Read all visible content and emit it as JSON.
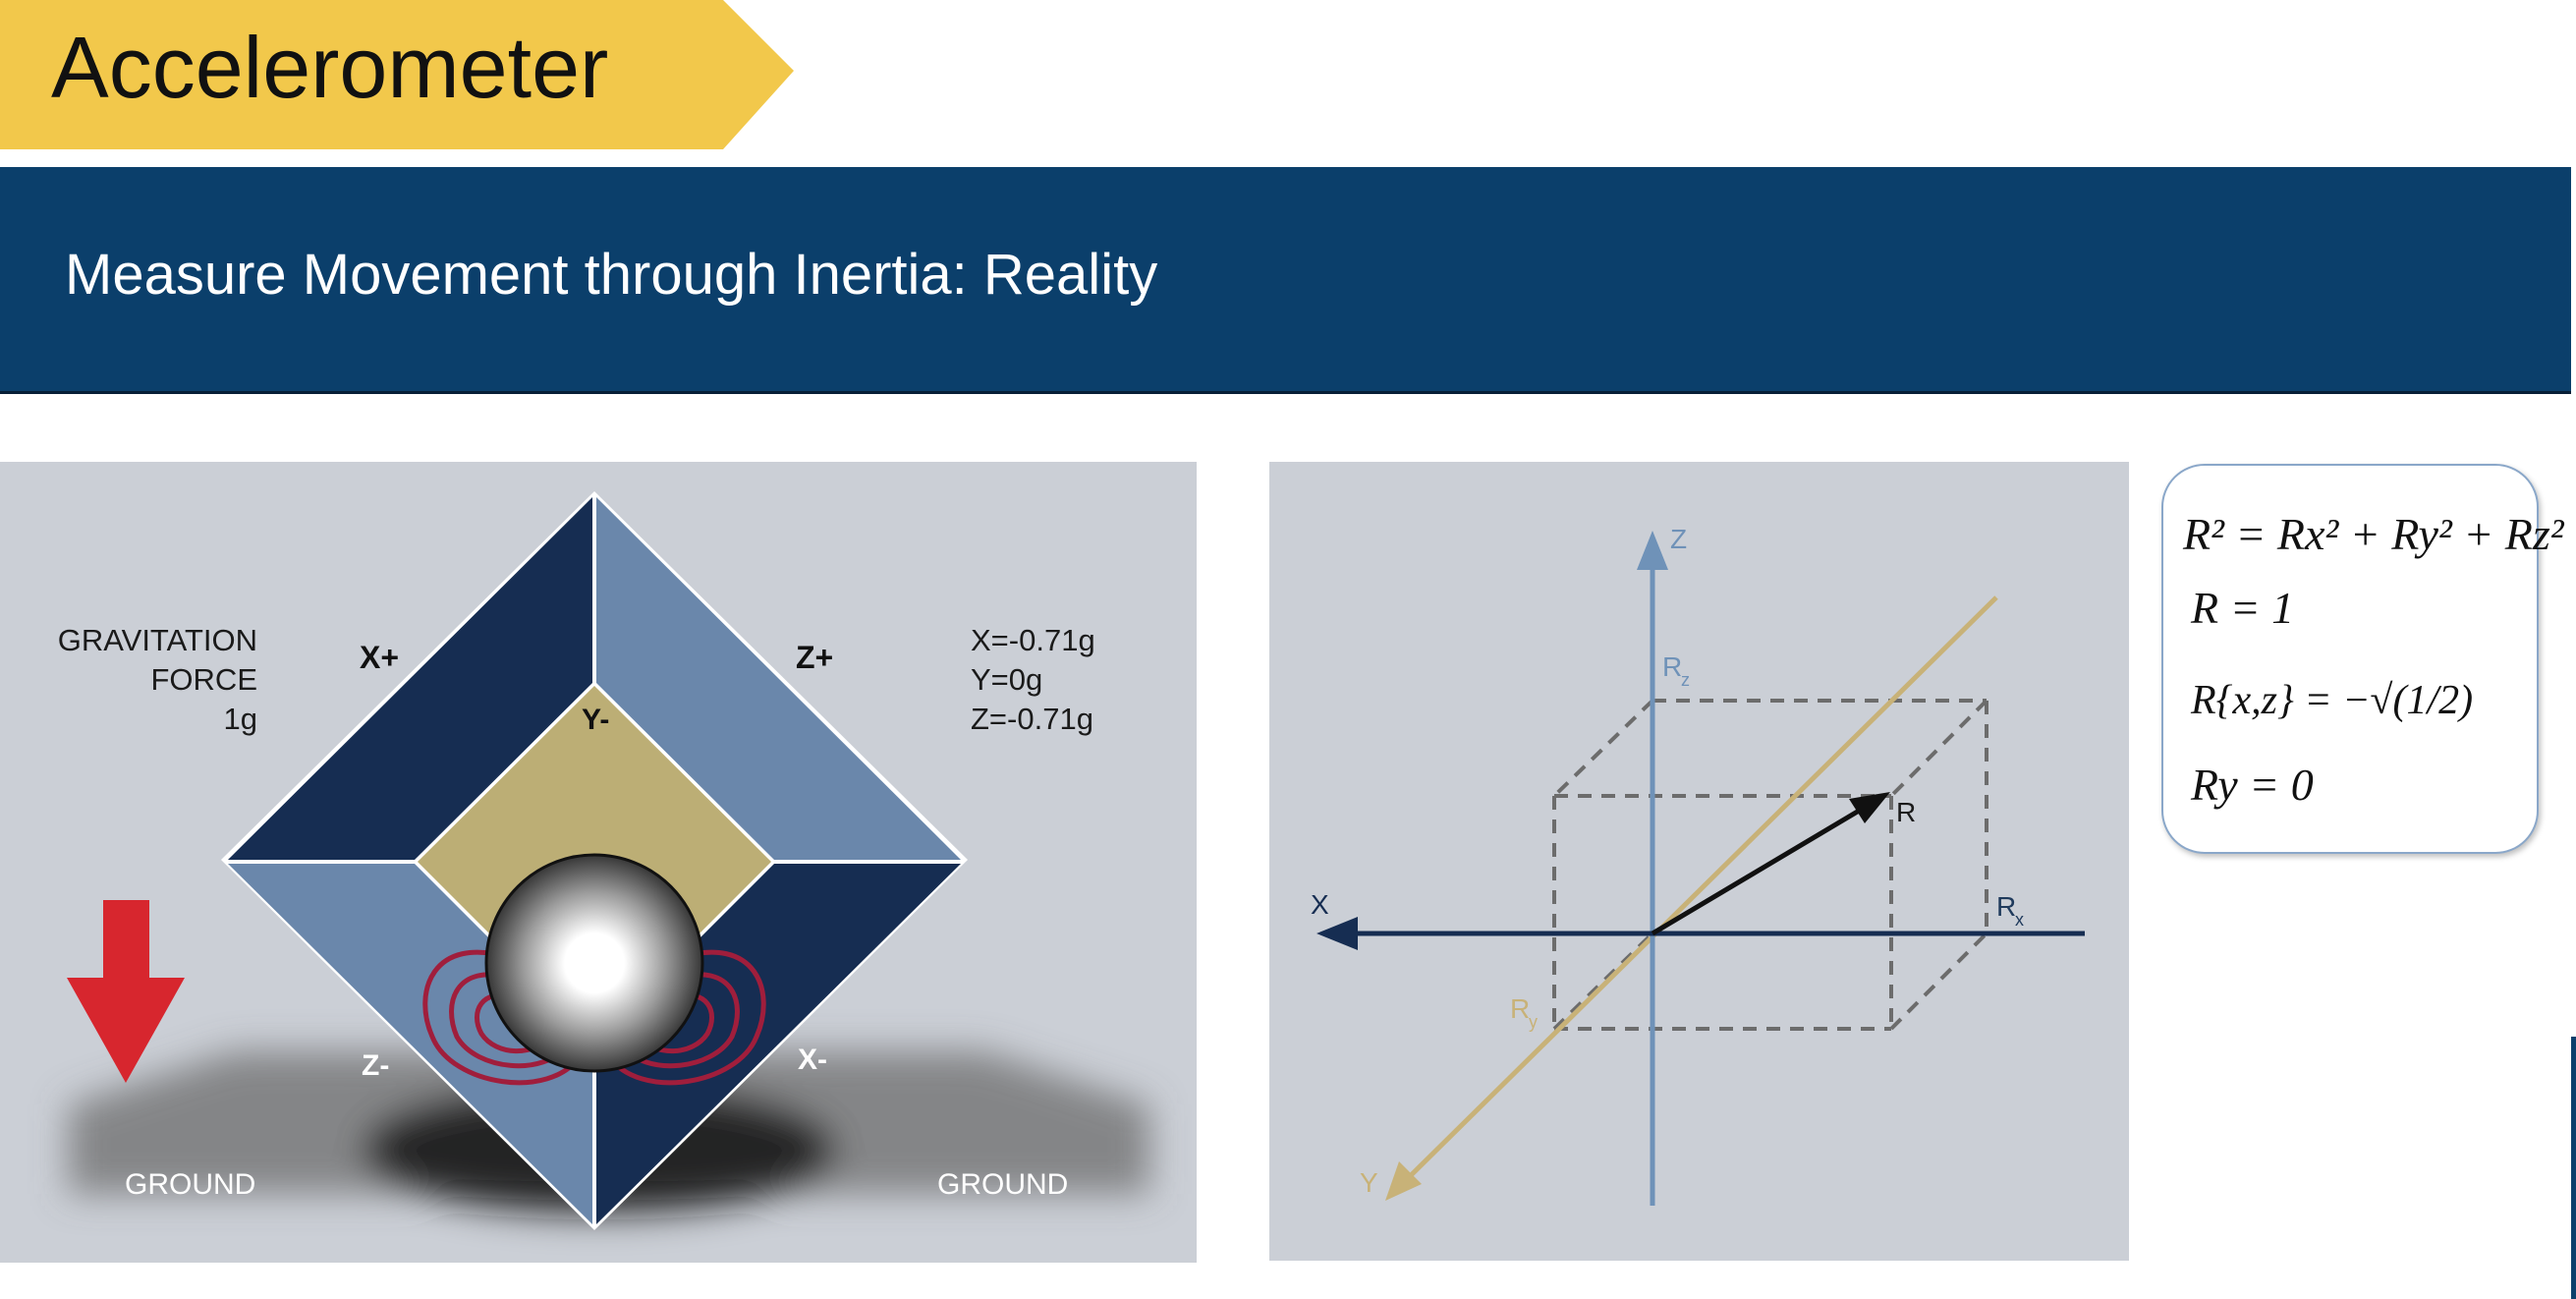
{
  "header": {
    "title": "Accelerometer",
    "subtitle": "Measure Movement through Inertia: Reality"
  },
  "left_diagram": {
    "gravity_label": [
      "GRAVITATION",
      "FORCE",
      "1g"
    ],
    "readings": [
      "X=-0.71g",
      "Y=0g",
      "Z=-0.71g"
    ],
    "axis_labels": {
      "x_plus": "X+",
      "z_plus": "Z+",
      "y_minus": "Y-",
      "z_minus": "Z-",
      "x_minus": "X-"
    },
    "ground_left": "GROUND",
    "ground_right": "GROUND"
  },
  "vector_diagram": {
    "axis_z": "Z",
    "axis_x": "X",
    "axis_y": "Y",
    "vector": "R",
    "component_z": "R",
    "component_z_sub": "z",
    "component_x": "R",
    "component_x_sub": "x",
    "component_y": "R",
    "component_y_sub": "y"
  },
  "formulas": {
    "line1": "R² = Rx² + Ry² + Rz²",
    "line2": "R = 1",
    "line3": "R{x,z} = −√(1/2)",
    "line4": "Ry = 0"
  },
  "colors": {
    "banner": "#0b3f6b",
    "tab": "#f2c84b",
    "dark_face": "#162d52",
    "light_face": "#6a87ab",
    "tan": "#bcae75",
    "arrow_red": "#d7262e",
    "z_axis": "#6f92b8",
    "y_axis": "#c8b278"
  }
}
